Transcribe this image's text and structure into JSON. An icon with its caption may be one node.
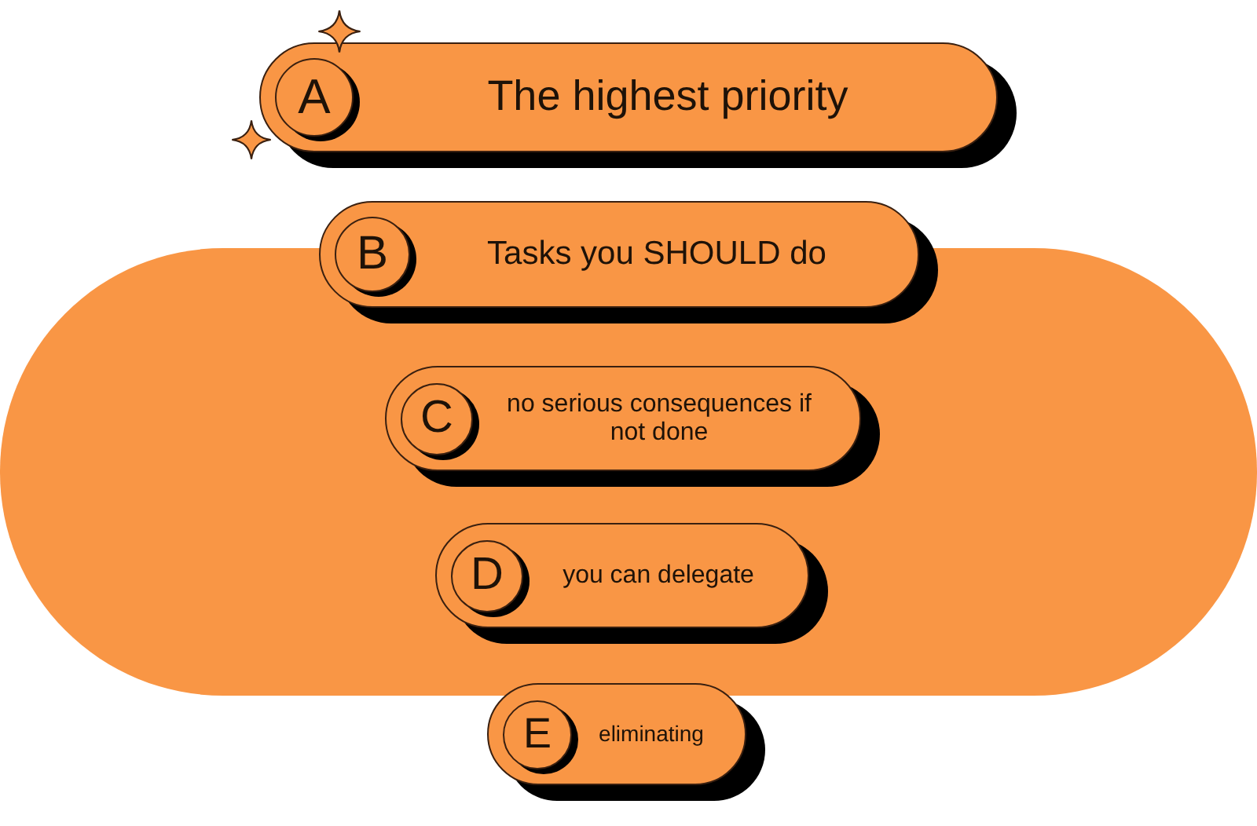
{
  "diagram": {
    "nodes": [
      {
        "text": [
          "A",
          "The highest priority"
        ]
      },
      {
        "text": [
          "B",
          "Tasks you SHOULD do"
        ]
      },
      {
        "text": [
          "C",
          "no serious consequences if not done"
        ]
      },
      {
        "text": [
          "D",
          "you can delegate"
        ]
      },
      {
        "text": [
          "E",
          "eliminating"
        ]
      }
    ]
  }
}
